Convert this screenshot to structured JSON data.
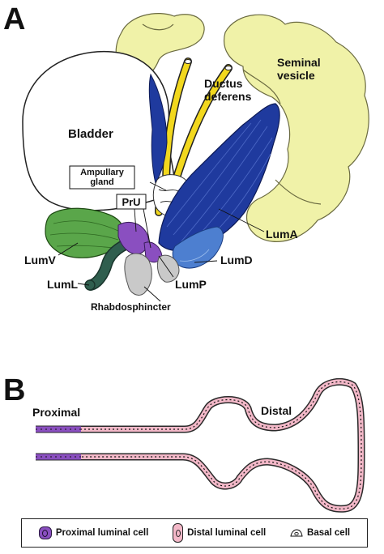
{
  "panel_a": {
    "label": "A",
    "structures": {
      "bladder": "Bladder",
      "seminal_vesicle": "Seminal vesicle",
      "ductus_deferens": "Ductus deferens",
      "ampullary_gland": "Ampullary gland",
      "pru": "PrU",
      "lumv": "LumV",
      "luml": "LumL",
      "lump": "LumP",
      "lumd": "LumD",
      "luma": "LumA",
      "rhabdosphincter": "Rhabdosphincter"
    },
    "colors": {
      "seminal_vesicle": "#f0f2a8",
      "anterior_lobe": "#1f3a9e",
      "dorsal_lobe": "#4d7fd0",
      "ventral_lobe": "#5aa64a",
      "lateral_lobe": "#2f5e4e",
      "urethra": "#8a4fc0",
      "ductus": "#f2d81e",
      "rhabdosphincter": "#c9c9c9"
    }
  },
  "panel_b": {
    "label": "B",
    "proximal_label": "Proximal",
    "distal_label": "Distal",
    "colors": {
      "proximal_cell": "#8a4fc0",
      "distal_cell": "#f3b8c8"
    }
  },
  "legend": {
    "proximal": "Proximal luminal cell",
    "distal": "Distal luminal cell",
    "basal": "Basal cell"
  }
}
